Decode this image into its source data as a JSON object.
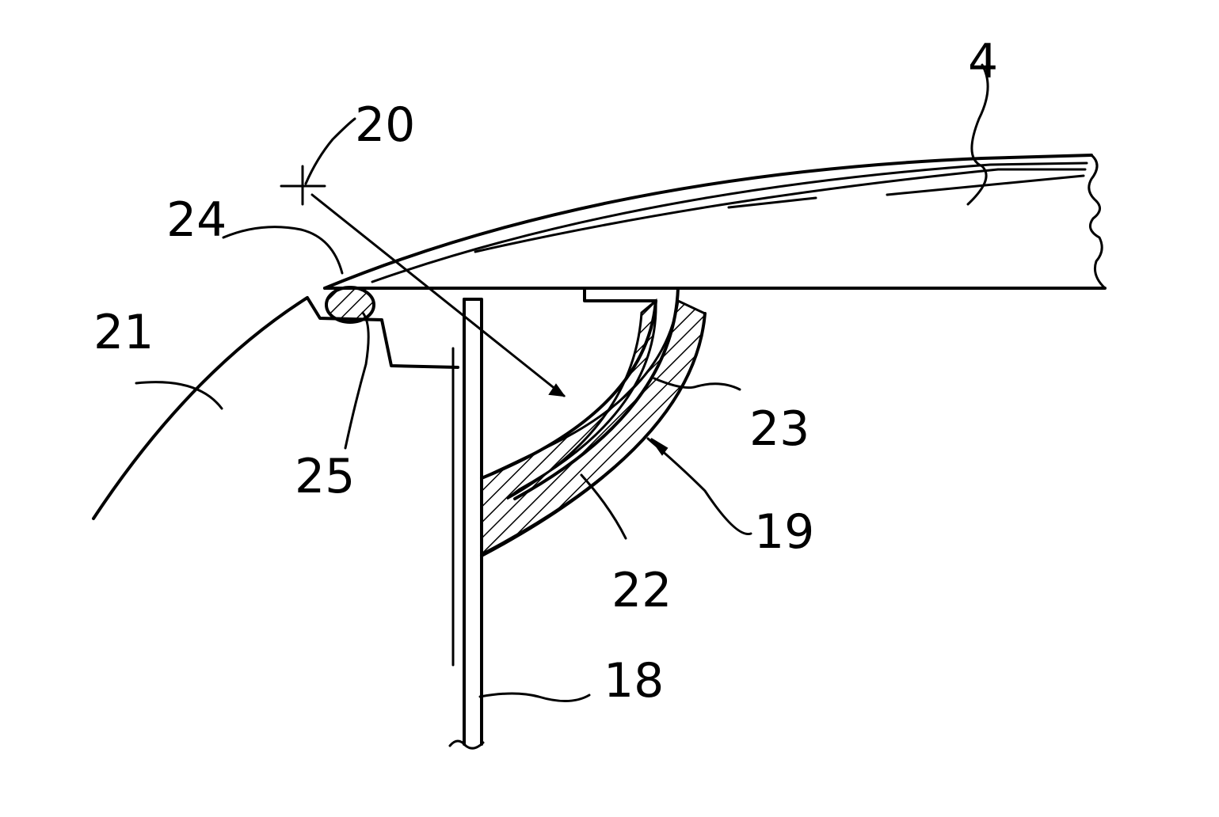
{
  "labels": {
    "l4": "4",
    "l18": "18",
    "l19": "19",
    "l20": "20",
    "l21": "21",
    "l22": "22",
    "l23": "23",
    "l24": "24",
    "l25": "25"
  }
}
